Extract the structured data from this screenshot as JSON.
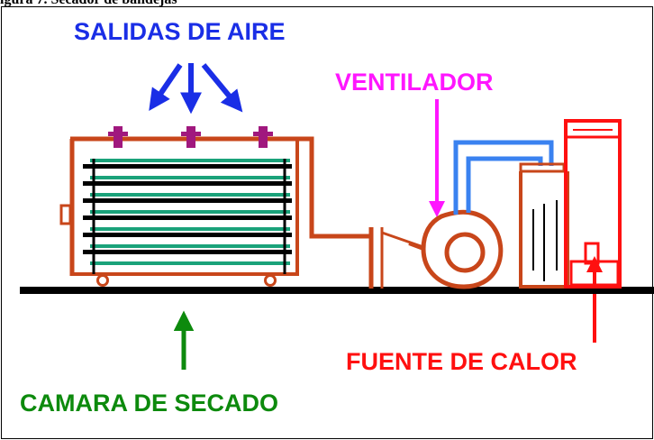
{
  "caption": "igura 7. Secador de bandejas",
  "labels": {
    "air_outlets": "SALIDAS DE AIRE",
    "fan": "VENTILADOR",
    "heat_source": "FUENTE DE CALOR",
    "drying_chamber": "CAMARA DE SECADO"
  },
  "colors": {
    "air_outlets": "#1a2ee6",
    "fan": "#ff16ff",
    "heat_source": "#ff1010",
    "drying_chamber": "#0d8a0d",
    "equipment": "#c8461a",
    "trays": "#1aa27a",
    "duct": "#3a82f0",
    "ground": "#000000"
  }
}
